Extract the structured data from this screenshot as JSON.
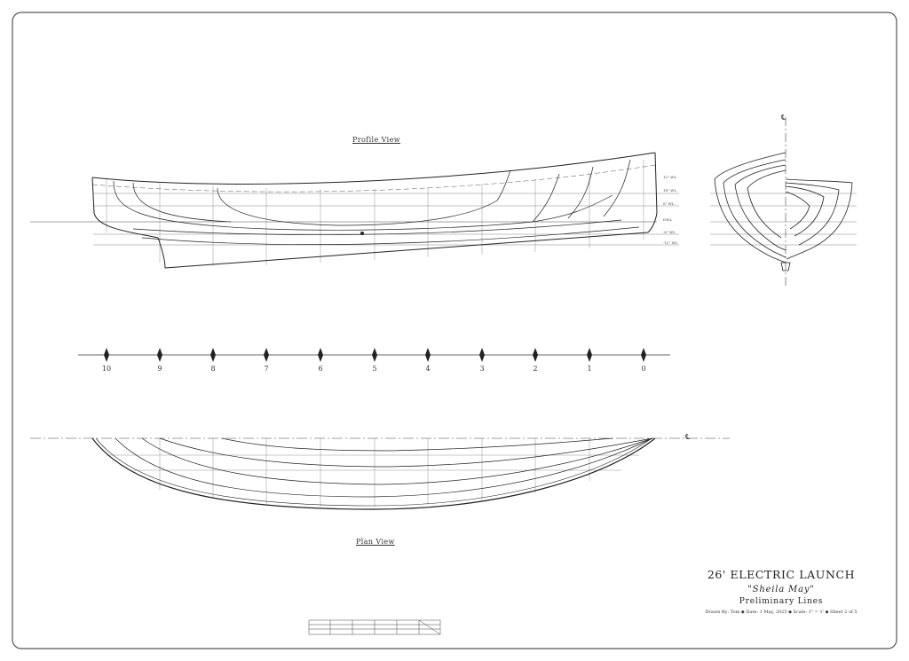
{
  "views": {
    "profile_label": "Profile View",
    "plan_label": "Plan View"
  },
  "stations": [
    "10",
    "9",
    "8",
    "7",
    "6",
    "5",
    "4",
    "3",
    "2",
    "1",
    "0"
  ],
  "waterlines": [
    "12\" WL",
    "18\" WL",
    "6\" WL",
    "DWL",
    "-6\" WL",
    "-12\" WL"
  ],
  "centerline_symbol": "℄",
  "title_block": {
    "title": "26' ELECTRIC LAUNCH",
    "name": "\"Sheila May\"",
    "subtitle": "Preliminary Lines",
    "info": "Drawn By: Tom  ◆  Date: 1 May, 2025  ◆  Scale: 1\" = 1'  ◆  Sheet 2 of 5"
  }
}
